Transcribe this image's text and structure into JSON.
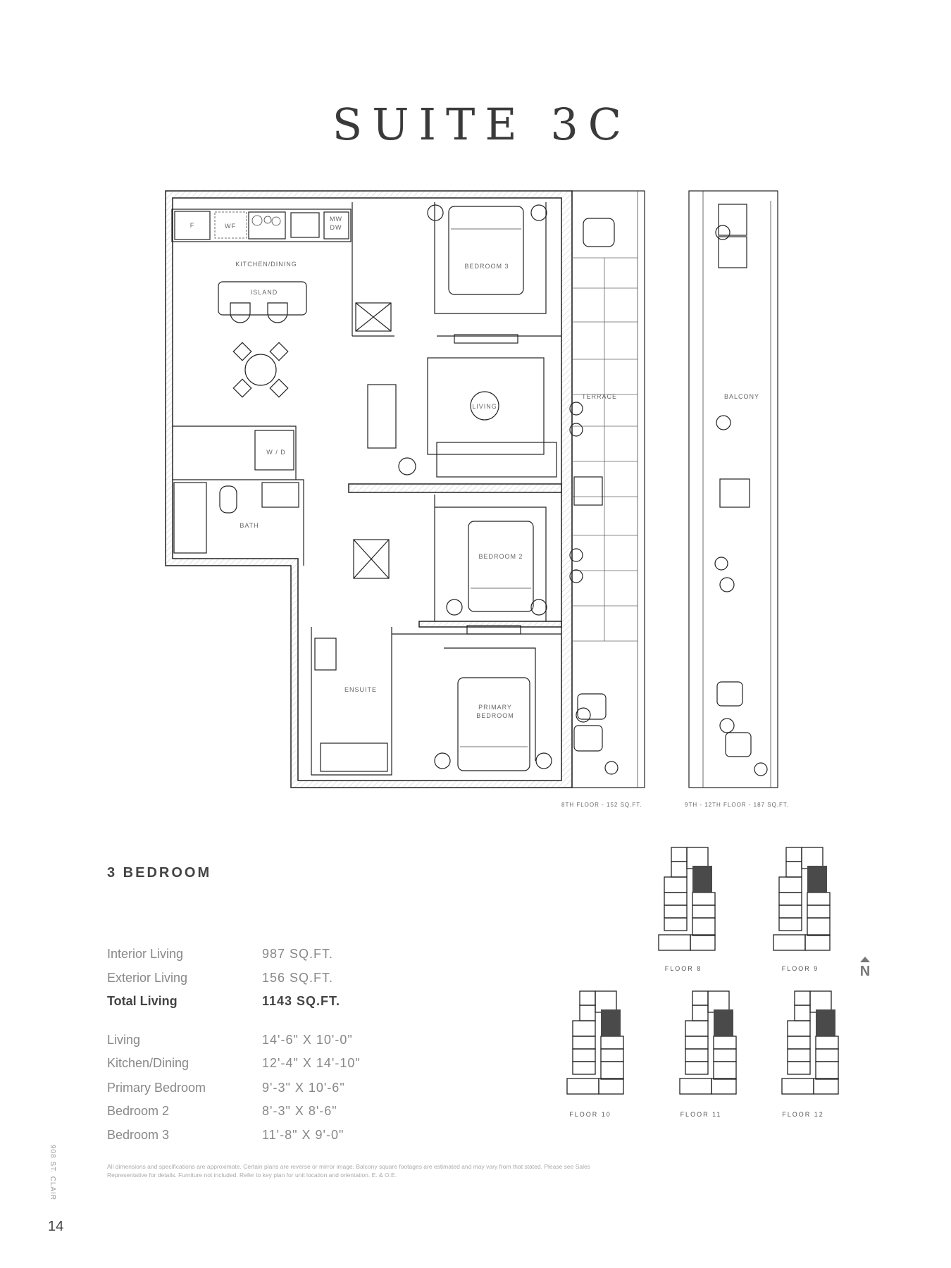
{
  "title": "SUITE 3C",
  "floorplan": {
    "rooms": {
      "kitchen": "KITCHEN/DINING",
      "island": "ISLAND",
      "bedroom3": "BEDROOM 3",
      "living": "LIVING",
      "terrace": "TERRACE",
      "balcony": "BALCONY",
      "wd": "W / D",
      "bath": "BATH",
      "bedroom2": "BEDROOM 2",
      "ensuite": "ENSUITE",
      "primary_1": "PRIMARY",
      "primary_2": "BEDROOM",
      "fridge": "F",
      "wf": "WF",
      "mw": "MW",
      "dw": "DW"
    },
    "terrace_area": "8TH FLOOR - 152 SQ.FT.",
    "balcony_area": "9TH - 12TH FLOOR - 187 SQ.FT."
  },
  "unit_type": "3 BEDROOM",
  "areas": [
    {
      "label": "Interior Living",
      "value": "987 SQ.FT."
    },
    {
      "label": "Exterior Living",
      "value": "156 SQ.FT."
    },
    {
      "label": "Total Living",
      "value": "1143 SQ.FT."
    }
  ],
  "rooms": [
    {
      "label": "Living",
      "value": "14'-6\" X 10'-0\""
    },
    {
      "label": "Kitchen/Dining",
      "value": "12'-4\" X 14'-10\""
    },
    {
      "label": "Primary Bedroom",
      "value": "9'-3\" X 10'-6\""
    },
    {
      "label": "Bedroom 2",
      "value": "8'-3\" X 8'-6\""
    },
    {
      "label": "Bedroom 3",
      "value": "11'-8\" X 9'-0\""
    }
  ],
  "key_plans": [
    "FLOOR 8",
    "FLOOR 9",
    "FLOOR 10",
    "FLOOR 11",
    "FLOOR 12"
  ],
  "north": "N",
  "footnote": "All dimensions and specifications are approximate. Certain plans are reverse or mirror image. Balcony square footages are estimated and may vary from that stated. Please see Sales Representative for details. Furniture not included. Refer to key plan for unit location and orientation. E. & O.E.",
  "side_text": "908 ST. CLAIR",
  "page_number": "14",
  "colors": {
    "highlight_unit": "#4a4a4a",
    "text": "#555555"
  }
}
